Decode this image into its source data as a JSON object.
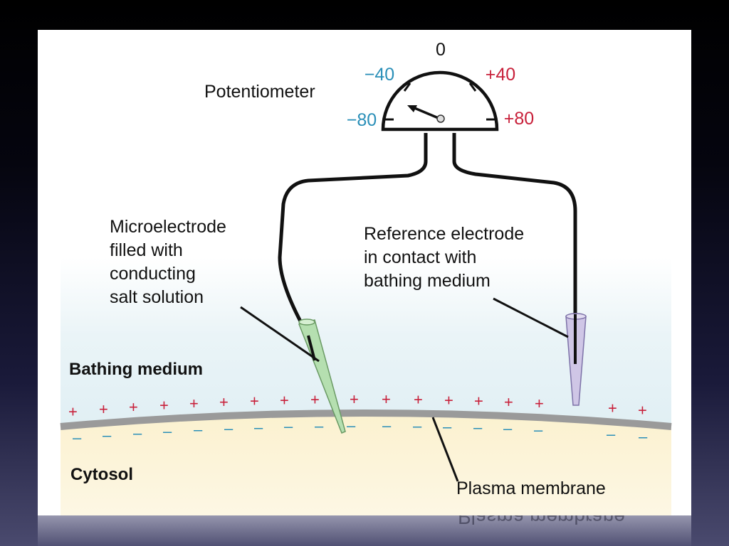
{
  "meter": {
    "title": "Potentiometer",
    "zero": "0",
    "neg40": "−40",
    "pos40": "+40",
    "neg80": "−80",
    "pos80": "+80"
  },
  "labels": {
    "microelectrode": [
      "Microelectrode",
      "filled with",
      "conducting",
      "salt solution"
    ],
    "reference": [
      "Reference electrode",
      "in contact with",
      "bathing medium"
    ],
    "bathing_medium": "Bathing medium",
    "cytosol": "Cytosol",
    "plasma_membrane": "Plasma membrane"
  },
  "charges": {
    "positive": "+",
    "negative": "–"
  },
  "colors": {
    "negative_scale": "#2a8fb8",
    "positive_scale": "#c8203a",
    "plus_sign": "#c8203a",
    "minus_sign": "#2a8fb8",
    "microelectrode_fill": "#b5dfb0",
    "reference_fill": "#cfc6e6",
    "membrane": "#9a9a9a",
    "cytosol": "#fbf3d4",
    "bathing": "#e6f2f6"
  },
  "reflection_text": "Plasma membrane"
}
